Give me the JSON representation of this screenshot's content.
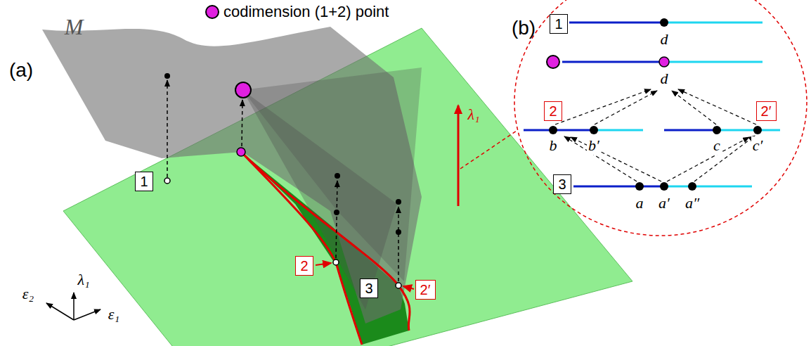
{
  "diagram": {
    "nodes": [
      {
        "text": [
          "1"
        ]
      },
      {
        "text": [
          "2"
        ]
      },
      {
        "text": [
          "3"
        ]
      },
      {
        "text": [
          "2′"
        ]
      },
      {
        "text": [
          "1"
        ]
      },
      {
        "text": [
          "2"
        ]
      },
      {
        "text": [
          "2′"
        ]
      },
      {
        "text": [
          "3"
        ]
      }
    ],
    "labels": [
      "(a)",
      "M",
      "λ₁",
      "λ₁",
      "ε₂",
      "ε₁",
      "(b)",
      "d",
      "d",
      "b",
      "b′",
      "c",
      "c′",
      "a",
      "a′",
      "a″"
    ],
    "legend": [
      {
        "text": "codimension (1+2) point"
      }
    ]
  }
}
